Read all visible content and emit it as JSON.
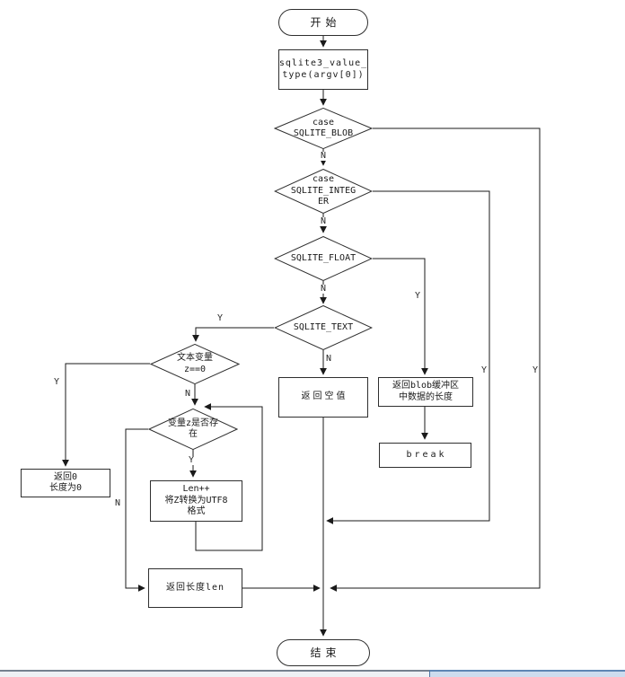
{
  "nodes": {
    "start": {
      "label": "开始"
    },
    "func": {
      "line1": "sqlite3_value_",
      "line2": "type(argv[0])"
    },
    "case_blob": {
      "line1": "case",
      "line2": "SQLITE_BLOB"
    },
    "case_integer": {
      "line1": "case",
      "line2": "SQLITE_INTEG",
      "line3": "ER"
    },
    "case_float": {
      "label": "SQLITE_FLOAT"
    },
    "case_text": {
      "label": "SQLITE_TEXT"
    },
    "text_var": {
      "line1": "文本变量",
      "line2": "z==0"
    },
    "var_exists": {
      "line1": "变量z是否存",
      "line2": "在"
    },
    "return_zero": {
      "line1": "返回0",
      "line2": "长度为0"
    },
    "len_utf8": {
      "line1": "Len++",
      "line2": "将Z转换为UTF8",
      "line3": "格式"
    },
    "return_null": {
      "label": "返回空值"
    },
    "return_blob": {
      "line1": "返回blob缓冲区",
      "line2": "中数据的长度"
    },
    "break_box": {
      "label": "break"
    },
    "return_len": {
      "label": "返回长度len"
    },
    "end": {
      "label": "结束"
    }
  },
  "edge_labels": {
    "blob_n": "N",
    "blob_y": "Y",
    "integer_n": "N",
    "integer_y": "Y",
    "float_n": "N",
    "float_y": "Y",
    "text_n": "N",
    "text_y": "Y",
    "textvar_y": "Y",
    "textvar_n": "N",
    "exists_y": "Y",
    "exists_n": "N"
  },
  "colors": {
    "line": "#1a1a1a",
    "shape_border": "#2f2f2f",
    "scrollbar_left_border": "#75808f",
    "scrollbar_right_border": "#5e86b4",
    "scrollbar_right_fill": "#cddcee"
  }
}
